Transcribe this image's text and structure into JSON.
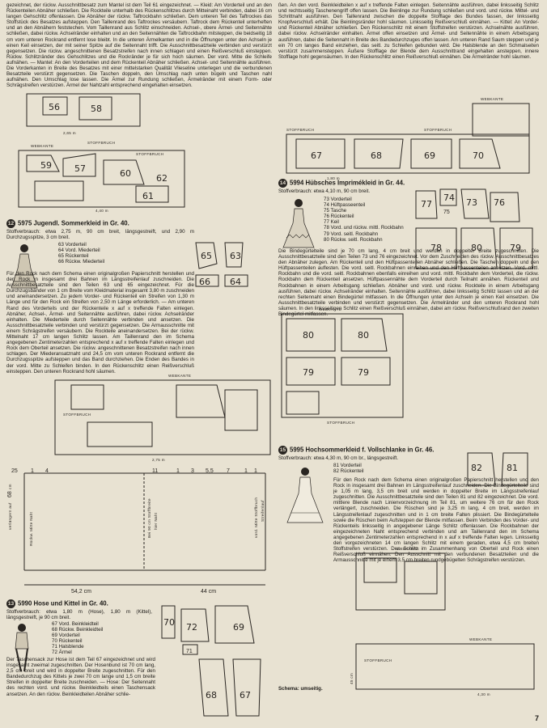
{
  "col1_top": "gezeichnet, der rückw. Ausschnittbesatz zum Mantel ist dem Teil 61 eingezeichnet. — Kleid: Am Vorderteil und an den Rückenteilen Abnäher schließen. Die Rockteile unterhalb des Rückenschlitzes durch Mitteinaht verbinden, dabei 16 cm langen Gehschlitz offenlassen. Die Abnäher der rückw. Taftrockbahn schließen. Dem unteren Teil des Taftrockes das Stoffstück des Besatzes aufsteppen. Den Taillenrand des Taftrockes versäubern. Taftrock dem Rückenteil unterheften und an den Abnähern feststechen. Vom Taillenrand aus Schlitz einschneiden. Achsel-, obere Ärmel- und Seitennähte schließen, dabei rückw. Achselränder einhalten und an den Seitennähten die Taftrockbahn mitsteppen, die beidseitig 18 cm vom unteren Rockrand entfernt lose bleibt. In die unteren Ärmelkanten und in die Öffnungen unter den Achseln je einen Keil einsetzen, der mit seiner Spitze auf die Seitennaht trifft. Die Ausschnittbesatzteile verbinden und verstürzt gegensetzen. Die rückw. angeschnittenen Besatzstreifen nach innen schlagen und einen Reißverschluß einsteppen. Rückw. Schlitzränder des Gehschlitzes und die Rockränder je für sich hoch säumen. Der vord. Mitte die Schleife aufnähen. — Mantel: An den Vorderteilen und dem Rückenteil Abnäher schließen. Achsel- und Seitennähte ausführen. Die Vorderkanten in Breite des Besatzes mit einer mittelstarken Qualität Vlieseline unterlegen und die verbundenen Besatzteile verstürzt gegensetzen. Die Taschen doppeln, den Umschlag nach unten bügeln und Taschen nahl aufnähen. Den Umschlag lose lassen. Die Ärmel zur Rundung schließen, Ärmelränder mit einem Form- oder Schrägstreifen verstürzen. Ärmel der Nahtzahl entsprechend eingehalten einsetzen.",
  "h12": {
    "num": "12",
    "title": "5975 Jugendl. Sommerkleid in Gr. 40."
  },
  "t12a": "Stoffverbrauch: etwa 2,75 m, 90 cm breit, längsgestreift, und 2,90 m Durchzugsspitze, 3 cm breit.",
  "p12": [
    "63 Vorderteil",
    "64 Vord. Miederteil",
    "65 Rückenteil",
    "66 Rückw. Miederteil"
  ],
  "t12b": "Für den Rock nach dem Schema einen originalgroßen Papierschnitt herstellen und den Rock in insgesamt drei Bahnen im Längsstreifenlauf zuschneiden. Die Ausschnittbesatzteile sind den Teilen 63 und 65 eingezeichnet. Für die Durchzugsbänder von 1 cm Breite vom Kleidmaterial insgesamt 3,80 m zuschneiden und aneinandersetzen. Zu jedem Vorder- und Rückenteil ein Streifen von 1,30 m Länge und für den Rock ein Streifen von 2,50 m Länge erforderlich. — Am unteren Rand des Vorderteils und der Rückenteile x auf x treffende Falten einlegen. Abnäher, Achsel-, Ärmel- und Seitennähte ausführen, dabei rückw. Achselränder einhalten. Die Miederteile durch Seitennähte verbinden und ansetzen. Die Ausschnittbesatzteile verbinden und verstürzt gegensetzen. Die Armausschnitte mit einem Schrägstreifen versäubern. Die Rockteile aneinandersetzen. Bei der rückw. Mittelnaht 17 cm langen Schlitz lassen. Am Taillenrand den im Schema angegebenen Zentimeterzahlen entsprechend x auf x treffende Falten einlegen und Rock dem Oberteil ansetzen. Die rückw. angeschnittenen Besatzstreifen nach innen schlagen. Der Miederansatznaht und 24,5 cm vom unteren Rockrand entfernt die Durchzugsspitze aufsteppen und das Band durchziehen. Die Enden des Bandes in der vord. Mitte zu Schleifen binden. In den Rückenschlitz einen Reißverschluß einsteppen. Den unteren Rockrand hohl säumen.",
  "h13": {
    "num": "13",
    "title": "5990 Hose und Kittel in Gr. 40."
  },
  "t13a": "Stoffverbrauch: etwa 1,80 m (Hose), 1,80 m (Kittel), längsgestreift, je 90 cm breit.",
  "p13": [
    "67 Vord. Beinkleidteil",
    "68 Rückw. Beinkleidteil",
    "69 Vorderteil",
    "70 Rückenteil",
    "71 Halsblende",
    "72 Ärmel"
  ],
  "t13b": "Der Taschensack zur Hose ist dem Teil 67 eingezeichnet und wird insgesamt zweimal zugeschnitten. Der Hosenbund ist 70 cm lang, 2,5 cm breit und wird in doppelter Breite zugeschnitten. Für den Bandedurchzug des Kittels je zwei 70 cm lange und 1,5 cm breite Streifen in doppelter Breite zuschneiden. — Hose: Der Seitennaht des rechten vord. und rückw. Beinkleidteils einen Taschensack ansetzen. An den rückw. Beinkleidteilen Abnäher schlie-",
  "col2_top": "ßen. An den vord. Beinkleidteilen x auf x treffende Falten einlegen. Seitennähte ausführen, dabei linksseitig Schlitz und rechtsseitig Taschenengriff offen lassen. Die Beinlinge zur Rundung schließen und vord. und rückw. Mittel- und Schrittnaht ausführen. Den Taillenrand zwischen die doppelte Stofflage des Bundes fassen, der linksseitig Knopfverschluß erhält. Die Beinlingsränder hohl säumen. Linksseitig Reißverschluß einnähen. — Kittel: An Vorder- und Rückenteil Abnäher schließen. Den Rückenschlitz mit einem Stoffstreifen verstürzen. Achselnähte ausführen, dabei rückw. Achselränder einhalten. Ärmel offen einsetzen und Ärmel- und Seitennähte in einem Arbeitsgang ausführen, dabei die Seitennaht in Breite des Bandedurchzuges offen lassen. Am unteren Rand Saum steppen und je ein 70 cm langes Band einziehen, das seitl. zu Schleifen gebunden wird. Die Halsblende an den Schmalseiten verstürzt zusammensteppen. Äußere Stofflage der Blende dem Ausschnittrand eingehalten ansteppen, innere Stofflage hohl gegensäumen. In den Rückenschlitz einen Reißverschluß einnähen. Die Ärmelränder hohl säumen.",
  "h14": {
    "num": "14",
    "title": "5994 Hübsches Imprimékleid in Gr. 44."
  },
  "t14a": "Stoffverbrauch: etwa 4,10 m, 90 cm breit.",
  "p14": [
    "73 Vorderteil",
    "74 Hüftpasseenteil",
    "75 Tasche",
    "76 Rückenteil",
    "77 Keil",
    "78 Vord. und rückw. mittl. Rockbahn",
    "79 Vord. seitl. Rockbahn",
    "80 Rückw. seitl. Rockbahn"
  ],
  "t14b": "Die Bindegürtelteile sind je 70 cm lang, 4 cm breit und werden in doppelter Breite zugeschnitten. Die Ausschnittbesatzteile sind den Teilen 73 und 76 eingezeichnet. Vor dem Zuschneiden des rückw. Ausschnittbesatzes den Abnäher zulegen. Am Rückenteil und den Hüftpassenteilen Abnäher schließen. Die Taschen doppeln und den Hüftpassenteilen auflesten. Die vord. seitl. Rockbahnen einreihen und den Hüftpassenteilen ansetzen. Vord. mittl. Rockbahn und die vord. seitl. Rockbahnen ebenfalls einreihen und vord. mittl. Rockbahn dem Vorderteil, die rückw. Rockbahn dem Rückenteil ansetzen. Hüftpassennähte dem Vorderteil durch Teilnaht annähen. Rückenteil und Rockbahnen in einem Arbeitsgang schließen. Abnäher und vord. und rückw. Rockteile in einem Arbeitsgang ausführen, dabei rückw. Achselränder einhalten. Seitennähte ausführen, dabei linksseitig Schlitz lassen und an der rechten Seitennaht einen Bindegürtel mitfassen. In die Öffnungen unter den Achseln je einen Keil einsetzen. Die Ausschnittbesatzteile verbinden und verstürzt gegensetzen. Die Ärmelränder und den unteren Rockrand hohl säumen. In den linksseitigen Schlitz einen Reißverschluß einnähen, dabei am rückw. Reißverschlußrand den zweiten Bindegürtel mitfassen.",
  "h15": {
    "num": "15",
    "title": "5995 Hochsommerkleid f. Vollschlanke in Gr. 46."
  },
  "t15a": "Stoffverbrauch: etwa 4,30 m, 90 cm br., längsgestreift.",
  "p15": [
    "81 Vorderteil",
    "82 Rückenteil"
  ],
  "t15b": "Für den Rock nach dem Schema einen originalgroßen Papierschnitt herstellen und den Rock in insgesamt drei Bahnen im Längsstreifenlauf zuschneiden. Die Bindegürtelteile sind je 1,05 m lang, 3,5 cm breit und werden in doppelter Breite im Längsstreifenlauf zugeschnitten. Die Ausschnittbesatzteile sind den Teilen 81 und 82 eingezeichnet. Die vord. mittlere Blende nach Linienvorzeichnung im Teil 81, um weitere 76 cm für den Rock verlängert, zuschneiden. Die Rüschen sind je 3,25 m lang, 4 cm breit, werden im Längsstreifenlauf zugeschnitten und in 1 cm breite Falten plissiert. Die Bindegürtelteile sowie die Rüschen beim Aufsteppen der Blende mitfassen. Beim Verbinden des Vorder- und Rückenteils linksseitig in angegebener Länge Schlitz offenlassen. Die Rockbahnen der eingezeichneten Naht entsprechend verbinden und am Taillenrand den im Schema angegebenen Zentimeterzahlen entsprechend in x auf x treffende Falten legen. Linksseitig den vorgezeichneten 14 cm langen Schlitz mit einem geraden, etwa 4,5 cm breiten Stoffstreifen verstürzen. Den Schlitz im Zusammenhang von Oberteil und Rock einen Reißverschluß einnähen. Den Ausschnitt mit den verbundenen Besatzteilen und die Armausschnitte mit je einem 3,5 cm breiten rundgebügelten Schrägstreifen verstürzen.",
  "t15c": "Schema: umseitig.",
  "dia1": {
    "stoffbruch": "STOFFBRUCH",
    "webkante": "WEBKANTE",
    "len_a": "2,65 m",
    "len_b": "4,40 m",
    "n56": "56",
    "n57": "57",
    "n58": "58",
    "n59": "59",
    "n60": "60",
    "n61": "61",
    "n62": "62"
  },
  "dia12": {
    "stoffbruch": "STOFFBRUCH",
    "webkante": "WEBKANTE",
    "len": "2,75 m",
    "n63": "63",
    "n64": "64",
    "n65": "65",
    "n66": "66"
  },
  "dia2": {
    "stoffbruch": "STOFFBRUCH",
    "webkante": "WEBKANTE",
    "len": "1,80 m",
    "n67": "67",
    "n68": "68",
    "n69": "69",
    "n70": "70",
    "n71": "71",
    "n72": "72"
  },
  "dia14": {
    "stoffbruch": "STOFFBRUCH",
    "webkante": "WEBKANTE",
    "len": "4,10 m",
    "n73": "73",
    "n74": "74",
    "n75": "75",
    "n76": "76",
    "n77": "77",
    "n78": "78",
    "n79": "79",
    "n80": "80"
  },
  "dia15": {
    "stoffbruch": "STOFFBRUCH",
    "webkante": "WEBKANTE",
    "len": "4,30 m",
    "n81": "81",
    "n82": "82",
    "dim": "45 cm"
  },
  "schema": {
    "m25": "25",
    "m1a": "1",
    "m4": "4",
    "m11": "11",
    "m1b": "1",
    "m3": "3",
    "m55": "5,5",
    "m7": "7",
    "m1c": "1",
    "m1d": "1",
    "left_a": "verlängern auf",
    "left_b": "68",
    "left_c": "cm",
    "rear": "Rückw. Mitte Naht",
    "mid1": "Bei 90 cm Stoffbreite",
    "mid2": "hier Naht",
    "right1": "vord. Mitte Stoffbruch",
    "right2": "Streifenlauf",
    "width1": "54,2 cm",
    "width2": "44 cm"
  },
  "page_number": "7"
}
